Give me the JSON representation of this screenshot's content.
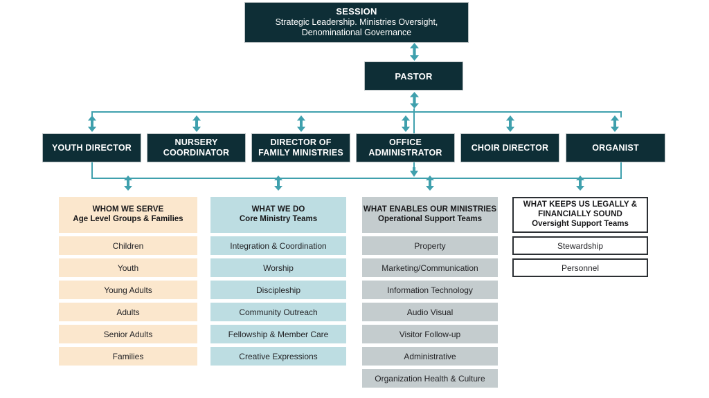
{
  "top": {
    "session": {
      "title": "SESSION",
      "line1": "Strategic Leadership. Ministries Oversight,",
      "line2": "Denominational Governance"
    },
    "pastor": {
      "title": "PASTOR"
    }
  },
  "directors": [
    {
      "line1": "YOUTH DIRECTOR",
      "line2": ""
    },
    {
      "line1": "NURSERY",
      "line2": "COORDINATOR"
    },
    {
      "line1": "DIRECTOR OF",
      "line2": "FAMILY MINISTRIES"
    },
    {
      "line1": "OFFICE",
      "line2": "ADMINISTRATOR"
    },
    {
      "line1": "CHOIR DIRECTOR",
      "line2": ""
    },
    {
      "line1": "ORGANIST",
      "line2": ""
    }
  ],
  "columns": [
    {
      "key": "serve",
      "head_line1": "WHOM WE SERVE",
      "head_line2": "Age Level Groups & Families",
      "color": "#fbe7cd",
      "items": [
        "Children",
        "Youth",
        "Young Adults",
        "Adults",
        "Senior Adults",
        "Families"
      ]
    },
    {
      "key": "do",
      "head_line1": "WHAT WE DO",
      "head_line2": "Core Ministry Teams",
      "color": "#bddde2",
      "items": [
        "Integration & Coordination",
        "Worship",
        "Discipleship",
        "Community Outreach",
        "Fellowship & Member Care",
        "Creative Expressions"
      ]
    },
    {
      "key": "enables",
      "head_line1": "WHAT ENABLES OUR MINISTRIES",
      "head_line2": "Operational Support Teams",
      "color": "#c4ccce",
      "items": [
        "Property",
        "Marketing/Communication",
        "Information Technology",
        "Audio Visual",
        "Visitor Follow-up",
        "Administrative",
        "Organization Health & Culture"
      ]
    },
    {
      "key": "legal",
      "head_line1": "WHAT KEEPS US LEGALLY & FINANCIALLY SOUND",
      "head_line2": "Oversight Support Teams",
      "color": "#ffffff",
      "items": [
        "Stewardship",
        "Personnel"
      ]
    }
  ],
  "theme": {
    "node_fill": "#0e2e36",
    "node_text": "#ffffff",
    "connector": "#3fa0ad",
    "background": "#ffffff"
  }
}
